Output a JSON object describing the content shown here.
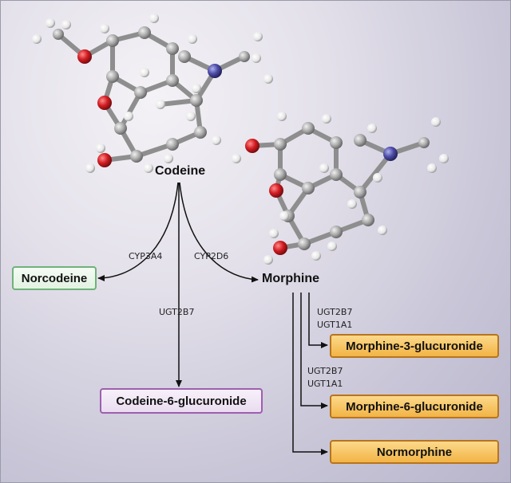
{
  "molecules": {
    "codeine": "Codeine",
    "morphine": "Morphine"
  },
  "products": {
    "norcodeine": "Norcodeine",
    "codeine_6_glucuronide": "Codeine-6-glucuronide",
    "morphine_3_glucuronide": "Morphine-3-glucuronide",
    "morphine_6_glucuronide": "Morphine-6-glucuronide",
    "normorphine": "Normorphine"
  },
  "enzymes": {
    "cyp3a4": "CYP3A4",
    "cyp2d6": "CYP2D6",
    "ugt2b7_codeine": "UGT2B7",
    "m3g_ugt2b7": "UGT2B7",
    "m3g_ugt1a1": "UGT1A1",
    "m6g_ugt2b7": "UGT2B7",
    "m6g_ugt1a1": "UGT1A1"
  },
  "colors": {
    "oxygen": "#c8161d",
    "nitrogen": "#4a4aa0",
    "carbon": "#9a9a9a",
    "hydrogen": "#f2f2f2",
    "box_green": "#6fb27a",
    "box_purple": "#9d5fae",
    "box_orange": "#f2b446"
  }
}
